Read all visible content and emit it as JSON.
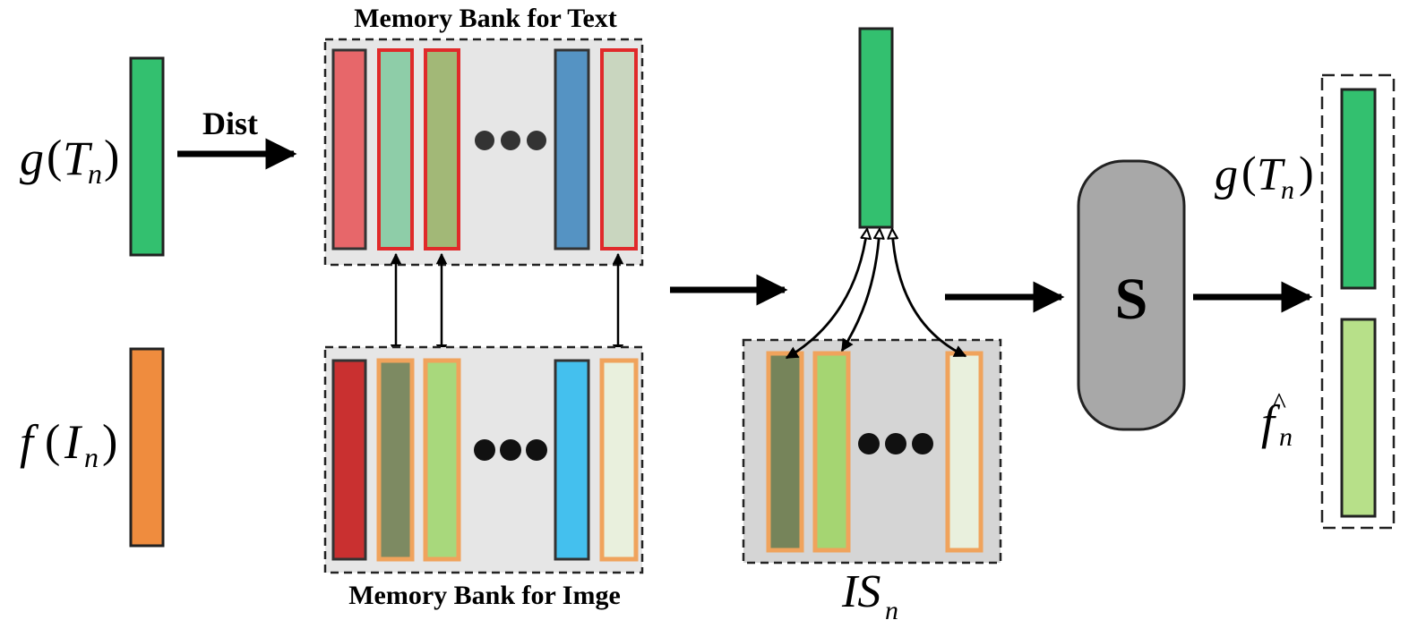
{
  "labels": {
    "text_bank_title": "Memory Bank for Text",
    "image_bank_title": "Memory Bank for Imge",
    "dist": "Dist",
    "s_module": "S",
    "g_func": "g",
    "f_func": "f",
    "T": "T",
    "I": "I",
    "IS": "IS",
    "n": "n",
    "f_hat": "f",
    "hat": "^",
    "paren_open": "(",
    "paren_close": ")"
  },
  "colors": {
    "text_feature": "#33c06f",
    "image_feature": "#ef8c3e",
    "text_bank": [
      "#e7676a",
      "#8ecda8",
      "#a2b877",
      "#5593c3",
      "#c9d6bf"
    ],
    "image_bank": [
      "#c93030",
      "#7d8a62",
      "#a8d87c",
      "#44c0ee",
      "#e9f0dd"
    ],
    "selected_stroke_text": "#e02a2a",
    "selected_stroke_image": "#f0a35c",
    "is_bank": [
      "#76845a",
      "#a5d572",
      "#e9f0dd"
    ],
    "f_hat": "#b7e089",
    "bank_bg": "#e6e6e6",
    "is_bg": "#d5d5d5",
    "s_module": "#a8a8a8"
  }
}
